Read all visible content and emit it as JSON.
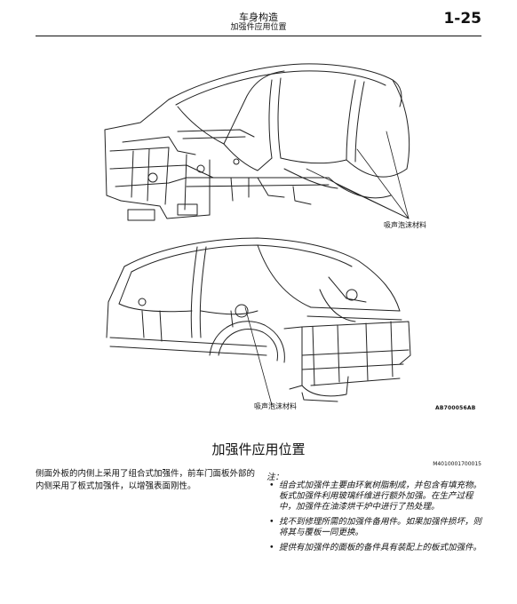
{
  "header": {
    "chapter": "车身构造",
    "section": "加强件应用位置",
    "page_number": "1-25"
  },
  "figure": {
    "callout_top": "吸声泡沫材料",
    "callout_bottom": "吸声泡沫材料",
    "code": "AB700056AB",
    "icons": [
      "car-body-front-view",
      "car-body-rear-view"
    ]
  },
  "section": {
    "title": "加强件应用位置",
    "code": "M4010001700015"
  },
  "body_text": "侧面外板的内侧上采用了组合式加强件，前车门面板外部的内侧采用了板式加强件，以增强表面刚性。",
  "notes": {
    "label": "注：",
    "items": [
      {
        "bullet": "•",
        "text": "组合式加强件主要由环氧树脂制成，并包含有填充物。板式加强件利用玻璃纤维进行额外加强。在生产过程中，加强件在油漆烘干炉中进行了热处理。"
      },
      {
        "bullet": "•",
        "text": "找不到修理所需的加强件备用件。如果加强件损坏，则将其与覆板一同更换。"
      },
      {
        "bullet": "•",
        "text": "提供有加强件的面板的备件具有装配上的板式加强件。"
      }
    ]
  }
}
